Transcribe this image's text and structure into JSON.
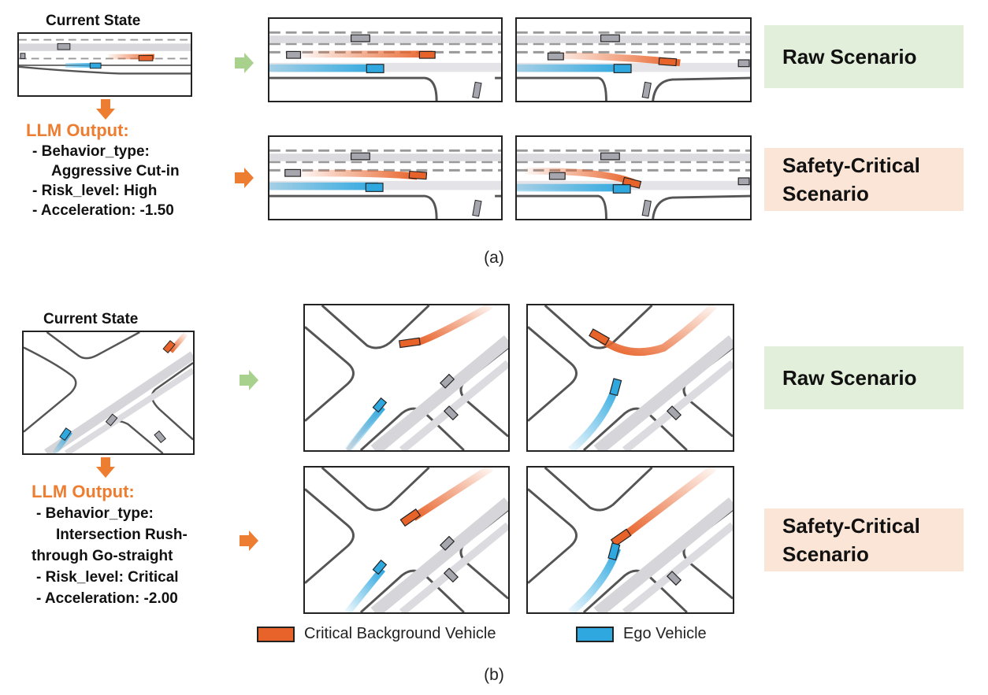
{
  "colors": {
    "critical_vehicle": "#e8632a",
    "ego_vehicle": "#2fa8e0",
    "arrow_raw": "#a9d18e",
    "arrow_critical": "#ed7d31",
    "raw_box": "#e2efda",
    "critical_box": "#fbe5d6",
    "background_vehicle": "#a6a6ae"
  },
  "panel_a": {
    "current_state_label": "Current State",
    "llm_output": {
      "header": "LLM Output:",
      "lines": [
        "- Behavior_type:",
        "Aggressive Cut-in",
        "- Risk_level: High",
        "- Acceleration: -1.50"
      ]
    },
    "raw_label": "Raw Scenario",
    "critical_label_1": "Safety-Critical",
    "critical_label_2": "Scenario",
    "caption": "(a)"
  },
  "panel_b": {
    "current_state_label": "Current State",
    "llm_output": {
      "header": "LLM Output:",
      "lines": [
        "- Behavior_type:",
        "Intersection Rush-",
        "through Go-straight",
        "- Risk_level: Critical",
        "- Acceleration: -2.00"
      ]
    },
    "raw_label": "Raw Scenario",
    "critical_label_1": "Safety-Critical",
    "critical_label_2": "Scenario",
    "caption": "(b)"
  },
  "legend": {
    "critical": "Critical Background Vehicle",
    "ego": "Ego Vehicle"
  }
}
